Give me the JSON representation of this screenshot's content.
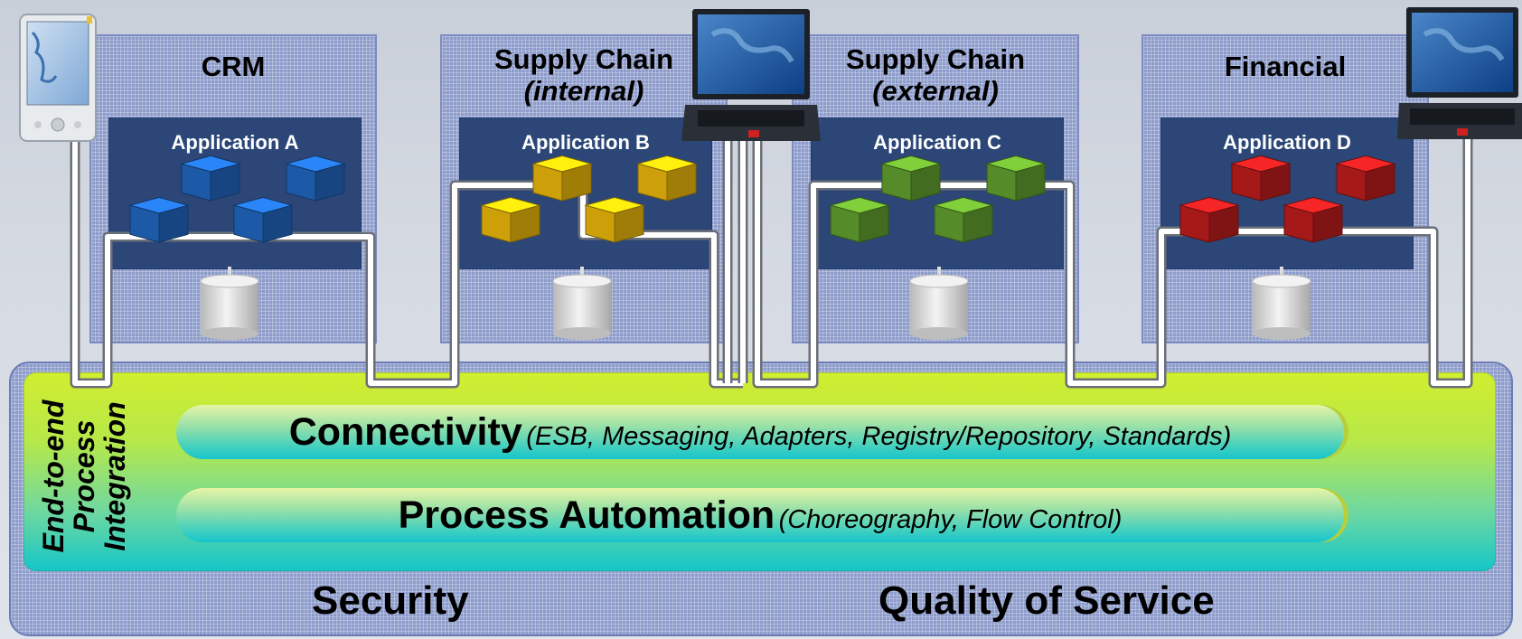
{
  "panels": [
    {
      "title": "CRM",
      "subtitle": "",
      "app": "Application A",
      "color": "#1f63b8"
    },
    {
      "title": "Supply Chain",
      "subtitle": "(internal)",
      "app": "Application B",
      "color": "#e4b20a"
    },
    {
      "title": "Supply Chain",
      "subtitle": "(external)",
      "app": "Application C",
      "color": "#5e9a2c"
    },
    {
      "title": "Financial",
      "subtitle": "",
      "app": "Application D",
      "color": "#b71c1c"
    }
  ],
  "integration": {
    "side_label_lines": [
      "End-to-end",
      "Process",
      "Integration"
    ],
    "connectivity_title": "Connectivity",
    "connectivity_detail": "(ESB, Messaging, Adapters, Registry/Repository, Standards)",
    "automation_title": "Process Automation",
    "automation_detail": "(Choreography, Flow Control)"
  },
  "footer": {
    "security": "Security",
    "qos": "Quality of Service"
  },
  "devices": [
    "pda-icon",
    "laptop-icon",
    "laptop-icon"
  ]
}
